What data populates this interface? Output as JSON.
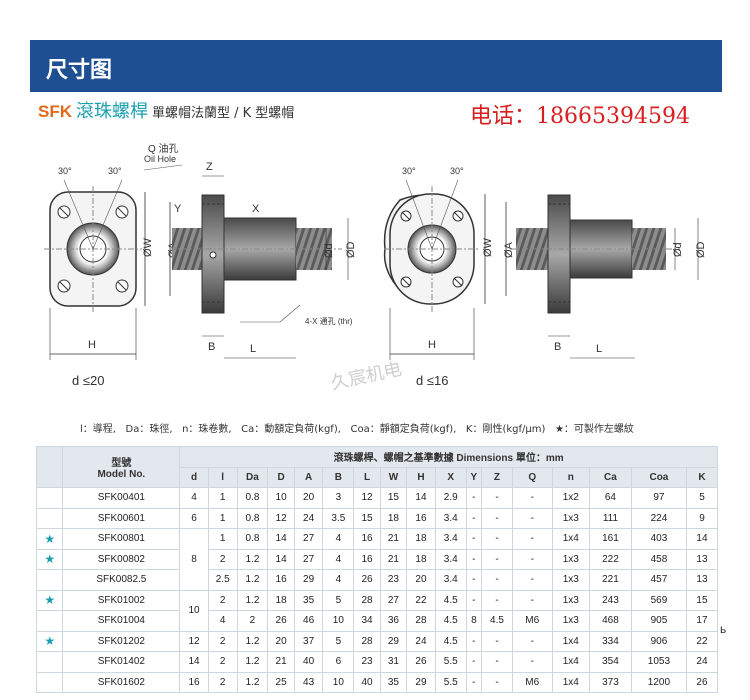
{
  "header": {
    "title": "尺寸图"
  },
  "subtitle": {
    "brand": "SFK",
    "product_cn": "滾珠螺桿",
    "description": "單螺帽法蘭型 / K 型螺帽"
  },
  "phone": "电话：18665394594",
  "drawings": {
    "left": {
      "angle1": "30°",
      "angle2": "30°",
      "oil_cn": "Q 油孔",
      "oil_en": "Oil Hole",
      "z": "Z",
      "y": "Y",
      "x": "X",
      "w": "ØW",
      "a": "ØA",
      "d": "Ød",
      "dd": "ØD",
      "b": "B",
      "h": "H",
      "l": "L",
      "thr": "4-X 通孔 (thr)",
      "cond": "d ≤20"
    },
    "right": {
      "angle1": "30°",
      "angle2": "30°",
      "w": "ØW",
      "a": "ØA",
      "d": "Ød",
      "dd": "ØD",
      "b": "B",
      "h": "H",
      "l": "L",
      "cond": "d ≤16"
    }
  },
  "watermark": "久宸机电",
  "legend": {
    "l": "l：導程,",
    "da": "Da：珠徑,",
    "n": "n：珠卷數,",
    "ca": "Ca：動額定負荷(kgf),",
    "coa": "Coa：靜額定負荷(kgf),",
    "k": "K：剛性(kgf/μm)",
    "star": "★：可製作左螺紋"
  },
  "table": {
    "model_cn": "型號",
    "model_en": "Model No.",
    "dims_title": "滾珠螺桿、螺帽之基準數據 Dimensions 單位：mm",
    "columns": [
      "d",
      "l",
      "Da",
      "D",
      "A",
      "B",
      "L",
      "W",
      "H",
      "X",
      "Y",
      "Z",
      "Q",
      "n",
      "Ca",
      "Coa",
      "K"
    ],
    "star_symbol": "★",
    "rows": [
      {
        "star": false,
        "model": "SFK00401",
        "d": "4",
        "l": "1",
        "Da": "0.8",
        "D": "10",
        "A": "20",
        "B": "3",
        "L": "12",
        "W": "15",
        "H": "14",
        "X": "2.9",
        "Y": "-",
        "Z": "-",
        "Q": "-",
        "n": "1x2",
        "Ca": "64",
        "Coa": "97",
        "K": "5"
      },
      {
        "star": false,
        "model": "SFK00601",
        "d": "6",
        "l": "1",
        "Da": "0.8",
        "D": "12",
        "A": "24",
        "B": "3.5",
        "L": "15",
        "W": "18",
        "H": "16",
        "X": "3.4",
        "Y": "-",
        "Z": "-",
        "Q": "-",
        "n": "1x3",
        "Ca": "111",
        "Coa": "224",
        "K": "9"
      },
      {
        "star": true,
        "model": "SFK00801",
        "d": "8",
        "l": "1",
        "Da": "0.8",
        "D": "14",
        "A": "27",
        "B": "4",
        "L": "16",
        "W": "21",
        "H": "18",
        "X": "3.4",
        "Y": "-",
        "Z": "-",
        "Q": "-",
        "n": "1x4",
        "Ca": "161",
        "Coa": "403",
        "K": "14"
      },
      {
        "star": true,
        "model": "SFK00802",
        "d": "",
        "l": "2",
        "Da": "1.2",
        "D": "14",
        "A": "27",
        "B": "4",
        "L": "16",
        "W": "21",
        "H": "18",
        "X": "3.4",
        "Y": "-",
        "Z": "-",
        "Q": "-",
        "n": "1x3",
        "Ca": "222",
        "Coa": "458",
        "K": "13"
      },
      {
        "star": false,
        "model": "SFK0082.5",
        "d": "",
        "l": "2.5",
        "Da": "1.2",
        "D": "16",
        "A": "29",
        "B": "4",
        "L": "26",
        "W": "23",
        "H": "20",
        "X": "3.4",
        "Y": "-",
        "Z": "-",
        "Q": "-",
        "n": "1x3",
        "Ca": "221",
        "Coa": "457",
        "K": "13"
      },
      {
        "star": true,
        "model": "SFK01002",
        "d": "10",
        "l": "2",
        "Da": "1.2",
        "D": "18",
        "A": "35",
        "B": "5",
        "L": "28",
        "W": "27",
        "H": "22",
        "X": "4.5",
        "Y": "-",
        "Z": "-",
        "Q": "-",
        "n": "1x3",
        "Ca": "243",
        "Coa": "569",
        "K": "15"
      },
      {
        "star": false,
        "model": "SFK01004",
        "d": "",
        "l": "4",
        "Da": "2",
        "D": "26",
        "A": "46",
        "B": "10",
        "L": "34",
        "W": "36",
        "H": "28",
        "X": "4.5",
        "Y": "8",
        "Z": "4.5",
        "Q": "M6",
        "n": "1x3",
        "Ca": "468",
        "Coa": "905",
        "K": "17"
      },
      {
        "star": true,
        "model": "SFK01202",
        "d": "12",
        "l": "2",
        "Da": "1.2",
        "D": "20",
        "A": "37",
        "B": "5",
        "L": "28",
        "W": "29",
        "H": "24",
        "X": "4.5",
        "Y": "-",
        "Z": "-",
        "Q": "-",
        "n": "1x4",
        "Ca": "334",
        "Coa": "906",
        "K": "22"
      },
      {
        "star": false,
        "model": "SFK01402",
        "d": "14",
        "l": "2",
        "Da": "1.2",
        "D": "21",
        "A": "40",
        "B": "6",
        "L": "23",
        "W": "31",
        "H": "26",
        "X": "5.5",
        "Y": "-",
        "Z": "-",
        "Q": "-",
        "n": "1x4",
        "Ca": "354",
        "Coa": "1053",
        "K": "24"
      },
      {
        "star": false,
        "model": "SFK01602",
        "d": "16",
        "l": "2",
        "Da": "1.2",
        "D": "25",
        "A": "43",
        "B": "10",
        "L": "40",
        "W": "35",
        "H": "29",
        "X": "5.5",
        "Y": "-",
        "Z": "-",
        "Q": "M6",
        "n": "1x4",
        "Ca": "373",
        "Coa": "1200",
        "K": "26"
      }
    ]
  },
  "side_mark": "ь"
}
